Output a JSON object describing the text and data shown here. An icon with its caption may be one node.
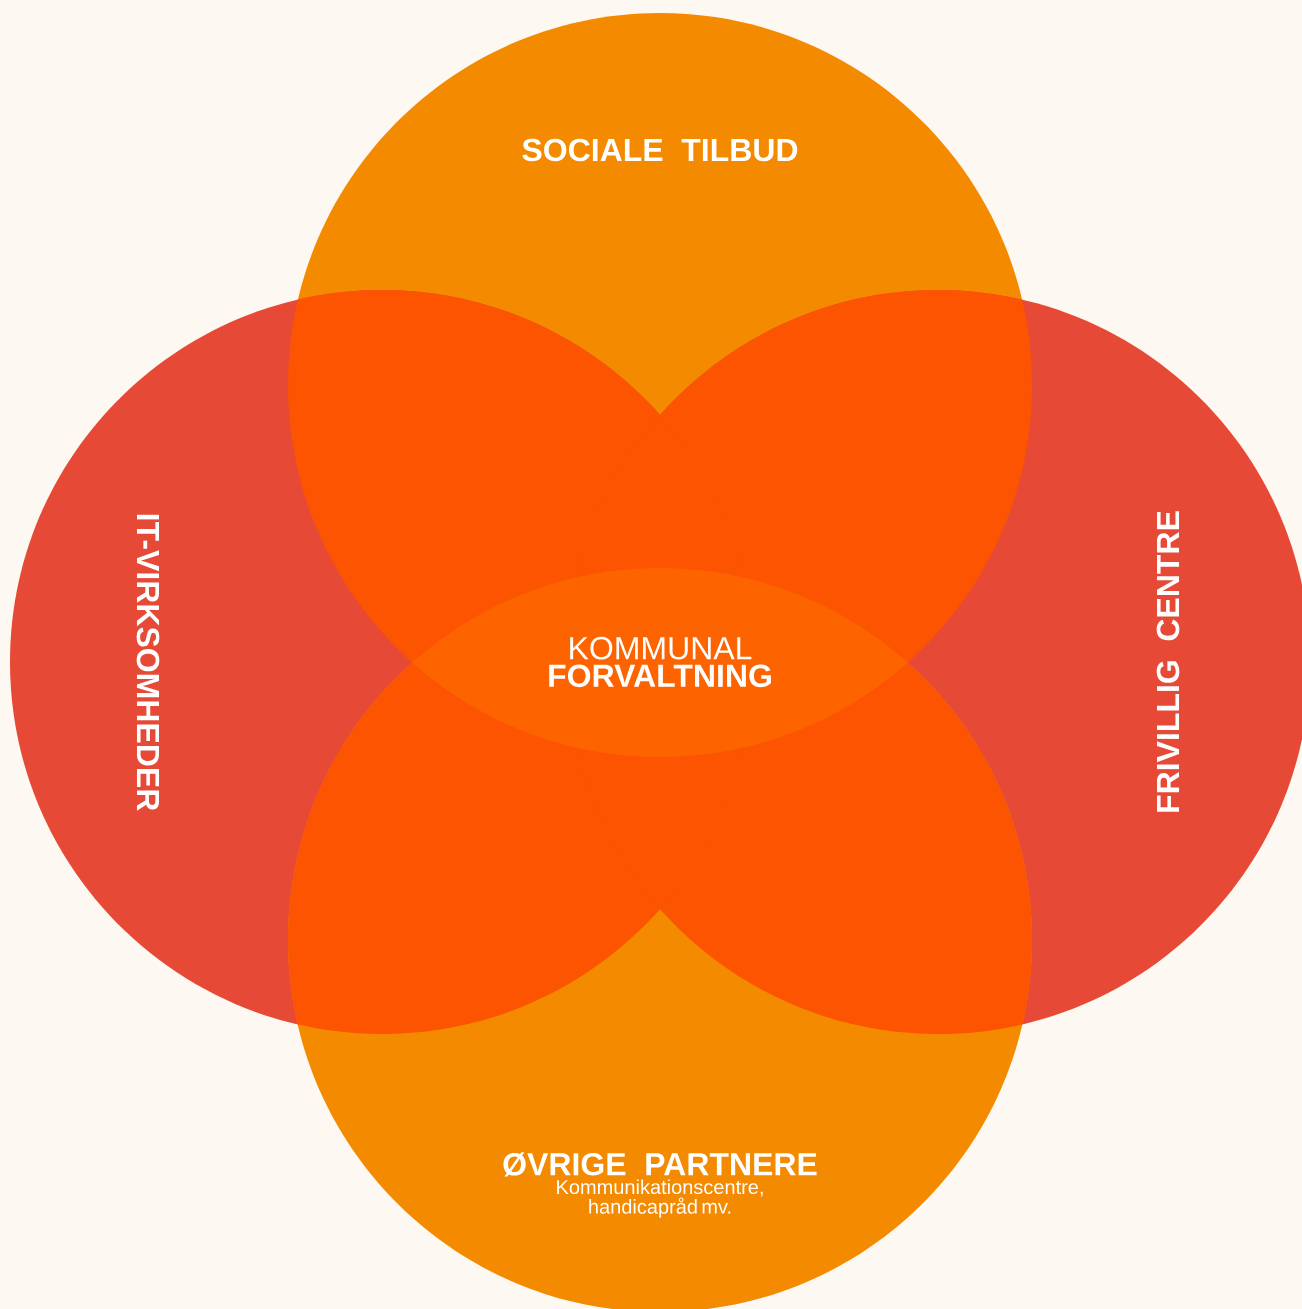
{
  "diagram": {
    "nodes": [
      {
        "text": [
          "SOCIALE TILBUD"
        ]
      },
      {
        "text": [
          "IT-VIRKSOMHEDER"
        ]
      },
      {
        "text": [
          "KOMMUNAL",
          "FORVALTNING"
        ]
      },
      {
        "text": [
          "FRIVILLIG CENTRE"
        ]
      },
      {
        "text": [
          "ØVRIGE PARTNERE",
          "Kommunikationscentre, handicapråd mv."
        ]
      }
    ]
  }
}
